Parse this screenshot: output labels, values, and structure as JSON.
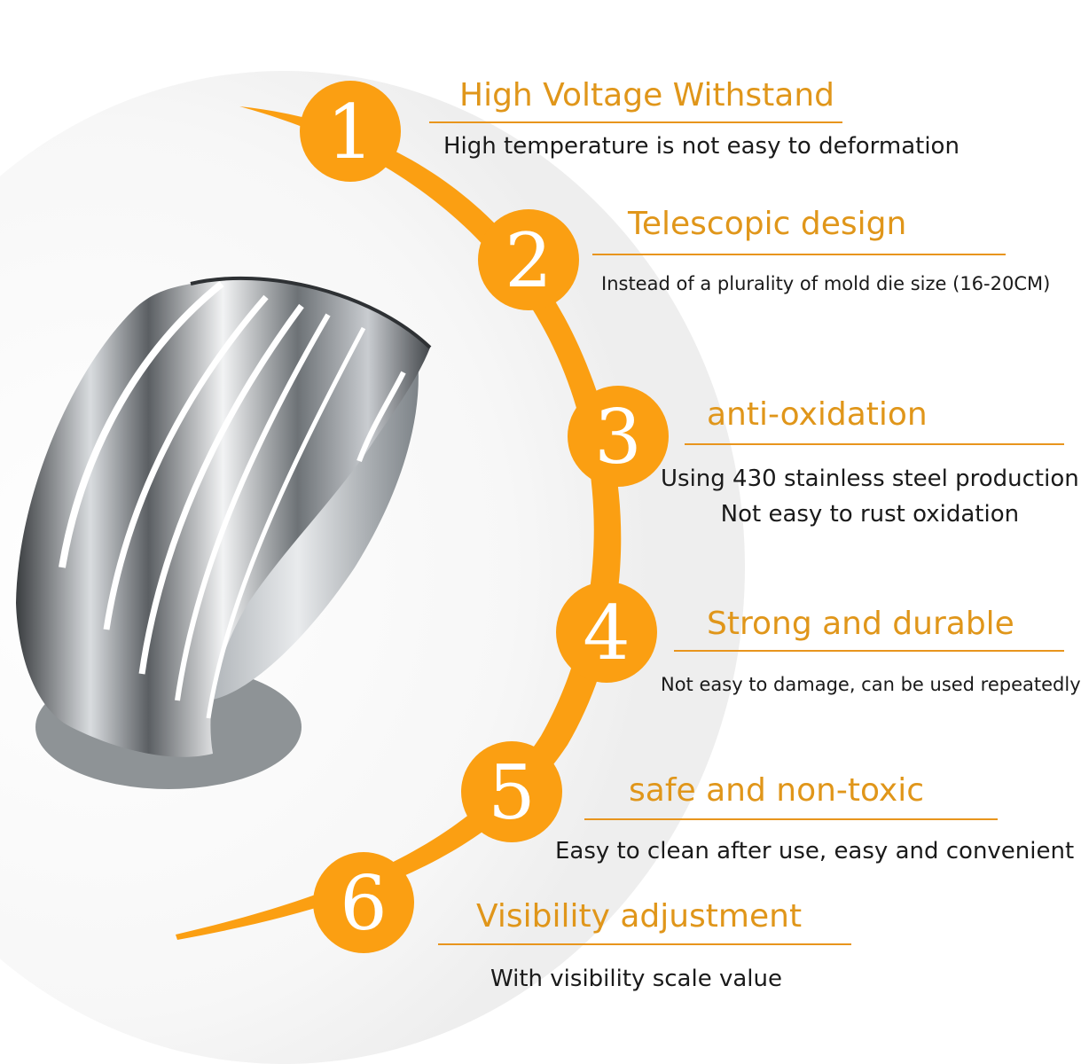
{
  "colors": {
    "accent_orange": "#fb9f12",
    "title_orange": "#e0961a",
    "text_dark": "#1a1a1a"
  },
  "product_image": "telescopic-stainless-steel-cake-ring-slicer",
  "features": [
    {
      "number": "1",
      "title": "High Voltage Withstand",
      "lines": [
        "High temperature is not easy to deformation"
      ]
    },
    {
      "number": "2",
      "title": "Telescopic design",
      "lines": [
        "Instead of a plurality of mold die size (16-20CM)"
      ]
    },
    {
      "number": "3",
      "title": "anti-oxidation",
      "lines": [
        "Using 430 stainless steel production",
        "Not easy to rust oxidation"
      ]
    },
    {
      "number": "4",
      "title": "Strong and durable",
      "lines": [
        "Not easy to damage, can be used repeatedly"
      ]
    },
    {
      "number": "5",
      "title": "safe and non-toxic",
      "lines": [
        "Easy to clean after use, easy and convenient"
      ]
    },
    {
      "number": "6",
      "title": "Visibility adjustment",
      "lines": [
        "With visibility scale value"
      ]
    }
  ]
}
